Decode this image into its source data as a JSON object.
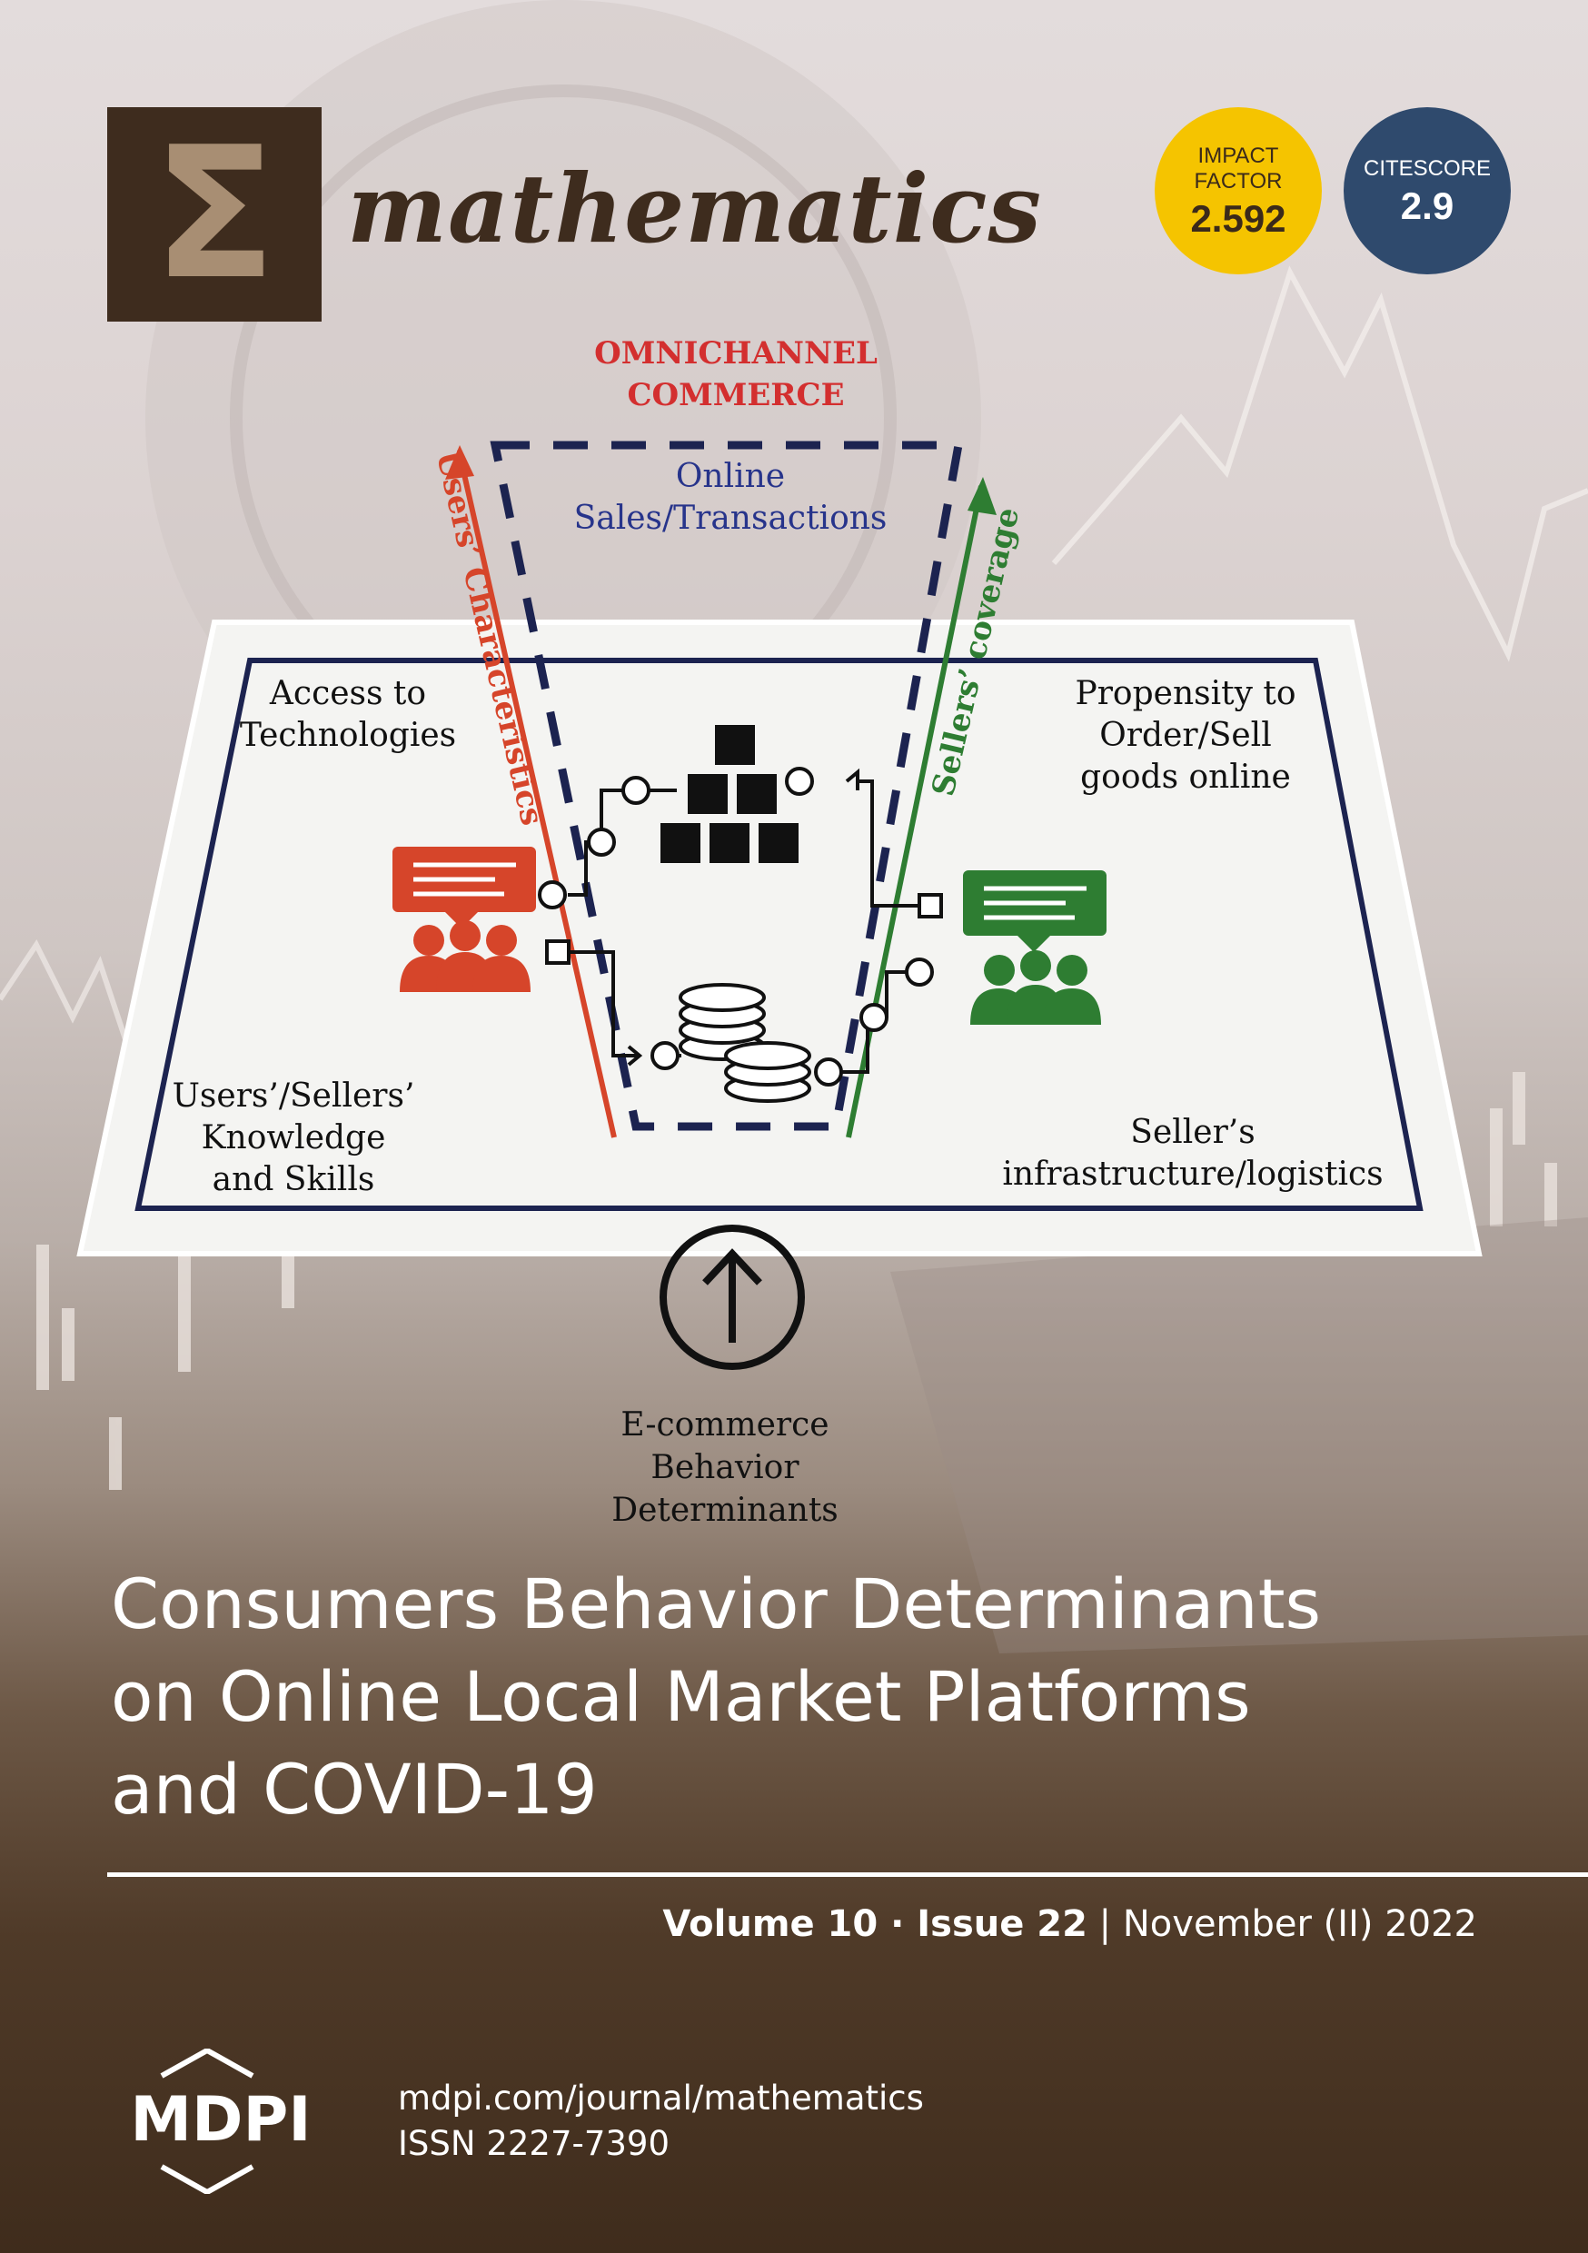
{
  "journal": {
    "symbol": "Σ",
    "name": "mathematics"
  },
  "badges": {
    "impact_factor": {
      "label_line1": "IMPACT",
      "label_line2": "FACTOR",
      "value": "2.592"
    },
    "citescore": {
      "label": "CITESCORE",
      "value": "2.9"
    }
  },
  "diagram": {
    "top_label_line1": "OMNICHANNEL",
    "top_label_line2": "COMMERCE",
    "online_line1": "Online",
    "online_line2": "Sales/Transactions",
    "users_arrow": "Users’ Characteristics",
    "sellers_arrow": "Sellers’ coverage",
    "access_line1": "Access to",
    "access_line2": "Technologies",
    "propensity_line1": "Propensity to",
    "propensity_line2": "Order/Sell",
    "propensity_line3": "goods online",
    "knowledge_line1": "Users’/Sellers’",
    "knowledge_line2": "Knowledge",
    "knowledge_line3": "and Skills",
    "infra_line1": "Seller’s",
    "infra_line2": "infrastructure/logistics",
    "determinants_line1": "E-commerce",
    "determinants_line2": "Behavior",
    "determinants_line3": "Determinants",
    "colors": {
      "users": "#d6452a",
      "sellers": "#2e7d32",
      "frame": "#1c2350",
      "top_label": "#d32f2f",
      "online": "#27348b"
    }
  },
  "article_title": {
    "line1": "Consumers Behavior Determinants",
    "line2": "on Online Local Market Platforms",
    "line3": "and COVID-19"
  },
  "issue": {
    "volume": "Volume 10",
    "separator": " · ",
    "issue": "Issue 22",
    "divider": " | ",
    "date": "November (II) 2022"
  },
  "publisher": {
    "name": "MDPI",
    "url": "mdpi.com/journal/mathematics",
    "issn": "ISSN 2227-7390"
  }
}
